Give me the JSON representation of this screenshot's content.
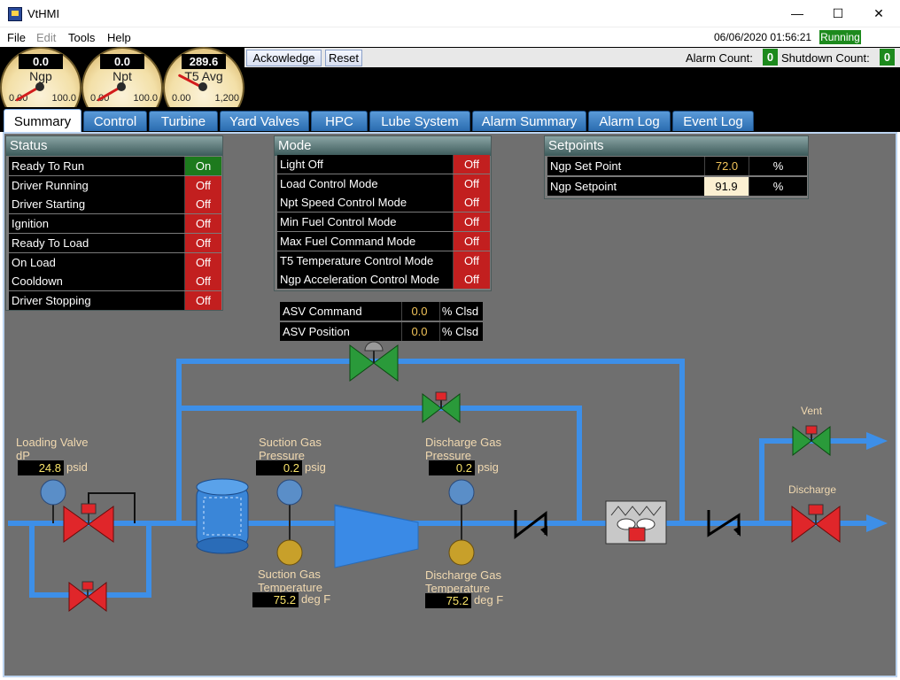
{
  "window": {
    "title": "VtHMI",
    "minimize": "—",
    "maximize": "☐",
    "close": "✕"
  },
  "menu": {
    "file": "File",
    "edit": "Edit",
    "tools": "Tools",
    "help": "Help"
  },
  "status_bar": {
    "datetime": "06/06/2020 01:56:21",
    "run_state": "Running"
  },
  "alarm_bar": {
    "acknowledge": "Ackowledge",
    "reset": "Reset",
    "alarm_count_label": "Alarm Count:",
    "alarm_count": "0",
    "shutdown_count_label": "Shutdown Count:",
    "shutdown_count": "0"
  },
  "gauges": [
    {
      "label": "Ngp",
      "value": "0.0",
      "min": "0.00",
      "max": "100.0",
      "fraction": 0.0
    },
    {
      "label": "Npt",
      "value": "0.0",
      "min": "0.00",
      "max": "100.0",
      "fraction": 0.0
    },
    {
      "label": "T5 Avg",
      "value": "289.6",
      "min": "0.00",
      "max": "1,200",
      "fraction": 0.24
    }
  ],
  "tabs": [
    "Summary",
    "Control",
    "Turbine",
    "Yard Valves",
    "HPC",
    "Lube System",
    "Alarm Summary",
    "Alarm Log",
    "Event Log"
  ],
  "status_panel": {
    "title": "Status",
    "rows": [
      {
        "label": "Ready To Run",
        "state": "On"
      },
      {
        "label": "Driver Running",
        "state": "Off"
      },
      {
        "label": "Driver Starting",
        "state": "Off"
      },
      {
        "label": "Ignition",
        "state": "Off"
      },
      {
        "label": "Ready To Load",
        "state": "Off"
      },
      {
        "label": "On Load",
        "state": "Off"
      },
      {
        "label": "Cooldown",
        "state": "Off"
      },
      {
        "label": "Driver Stopping",
        "state": "Off"
      }
    ]
  },
  "mode_panel": {
    "title": "Mode",
    "rows": [
      {
        "label": "Light Off",
        "state": "Off"
      },
      {
        "label": "Load Control Mode",
        "state": "Off"
      },
      {
        "label": "Npt Speed Control Mode",
        "state": "Off"
      },
      {
        "label": "Min Fuel Control Mode",
        "state": "Off"
      },
      {
        "label": "Max Fuel Command Mode",
        "state": "Off"
      },
      {
        "label": "T5 Temperature Control Mode",
        "state": "Off"
      },
      {
        "label": "Ngp Acceleration Control Mode",
        "state": "Off"
      }
    ]
  },
  "setpoints_panel": {
    "title": "Setpoints",
    "rows": [
      {
        "label": "Ngp Set Point",
        "value": "72.0",
        "unit": "%"
      },
      {
        "label": "Ngp Setpoint",
        "value": "91.9",
        "unit": "%"
      }
    ]
  },
  "asv": {
    "command_label": "ASV Command",
    "command_value": "0.0",
    "command_unit": "% Clsd",
    "position_label": "ASV Position",
    "position_value": "0.0",
    "position_unit": "% Clsd"
  },
  "process": {
    "loading_valve": {
      "label1": "Loading Valve",
      "label2": "dP",
      "value": "24.8",
      "unit": "psid"
    },
    "suction_pressure": {
      "label1": "Suction Gas",
      "label2": "Pressure",
      "value": "0.2",
      "unit": "psig"
    },
    "discharge_pressure": {
      "label1": "Discharge Gas",
      "label2": "Pressure",
      "value": "0.2",
      "unit": "psig"
    },
    "suction_temperature": {
      "label1": "Suction Gas",
      "label2": "Temperature",
      "value": "75.2",
      "unit": "deg F"
    },
    "discharge_temperature": {
      "label1": "Discharge Gas",
      "label2": "Temperature",
      "value": "75.2",
      "unit": "deg F"
    },
    "vent_label": "Vent",
    "discharge_label": "Discharge"
  },
  "colors": {
    "pipe": "#3d8fe8",
    "valve_red": "#e0262a",
    "valve_green": "#2a9a3a",
    "on_green": "#1d7a1d",
    "off_red": "#c21f1f",
    "value_yellow": "#f8e36a"
  }
}
